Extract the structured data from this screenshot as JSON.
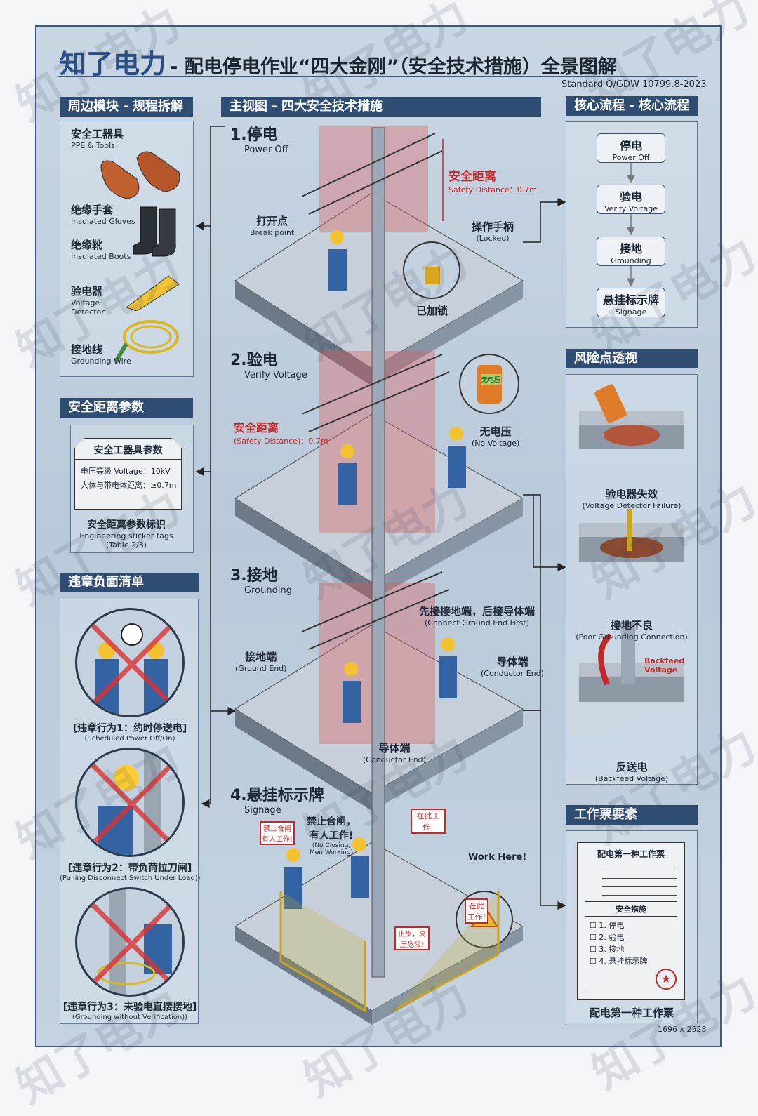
{
  "title": {
    "brand": "知了电力",
    "text": "- 配电停电作业“四大金刚”（安全技术措施）全景图解",
    "standard": "Standard Q/GDW 10799.8-2023"
  },
  "left": {
    "module": {
      "header": "周边模块 - 规程拆解",
      "items": [
        {
          "zh": "安全工器具",
          "en": "PPE & Tools"
        },
        {
          "zh": "绝缘手套",
          "en": "Insulated Gloves"
        },
        {
          "zh": "绝缘靴",
          "en": "Insulated Boots"
        },
        {
          "zh": "验电器",
          "en": "Voltage Detector"
        },
        {
          "zh": "接地线",
          "en": "Grounding Wire"
        }
      ]
    },
    "distance": {
      "header": "安全距离参数",
      "card_title": "安全工器具参数",
      "voltage": "电压等级 Voltage：10kV",
      "distance": "人体与带电体距离：≥0.7m",
      "label_zh": "安全距离参数标识",
      "label_en": "Engineering sticker tags",
      "label_table": "(Table 2/3)"
    },
    "violations": {
      "header": "违章负面清单",
      "items": [
        {
          "zh": "[违章行为1：约时停送电]",
          "en": "(Scheduled Power Off/On)"
        },
        {
          "zh": "[违章行为2：带负荷拉刀闸]",
          "en": "(Pulling Disconnect Switch Under Load))"
        },
        {
          "zh": "[违章行为3：未验电直接接地]",
          "en": "(Grounding without Verification))"
        }
      ]
    }
  },
  "main": {
    "header": "主视图 - 四大安全技术措施",
    "steps": [
      {
        "title": "1.停电",
        "sub": "Power Off",
        "safety_zh": "安全距离",
        "safety_en": "Safety Distance：0.7m",
        "break_zh": "打开点",
        "break_en": "Break point",
        "handle_zh": "操作手柄",
        "handle_en": "(Locked)",
        "locked": "已加锁"
      },
      {
        "title": "2.验电",
        "sub": "Verify Voltage",
        "safety_zh": "安全距离",
        "safety_en": "(Safety Distance)：0.7m",
        "novolt_zh": "无电压",
        "novolt_en": "(No Voltage)",
        "screen": "无电压"
      },
      {
        "title": "3.接地",
        "sub": "Grounding",
        "order_zh": "先接接地端，后接导体端",
        "order_en": "(Connect Ground End First)",
        "ground_zh": "接地端",
        "ground_en": "(Ground End)",
        "cond_zh": "导体端",
        "cond_en": "(Conductor End)",
        "cond2_zh": "导体端",
        "cond2_en": "(Conductor End)"
      },
      {
        "title": "4.悬挂标示牌",
        "sub": "Signage",
        "sign_zh": "禁止合闸，有人工作!",
        "sign_en": "(No Closing, Men Working)",
        "work_here": "Work Here!",
        "sign1": "禁止合闸 有人工作!",
        "sign2": "在此工作!",
        "sign3": "止步，高压危险!",
        "sign4": "在此工作!"
      }
    ]
  },
  "right": {
    "flow": {
      "header": "核心流程 - 核心流程",
      "steps": [
        {
          "zh": "停电",
          "en": "Power Off"
        },
        {
          "zh": "验电",
          "en": "Verify Voltage"
        },
        {
          "zh": "接地",
          "en": "Grounding"
        },
        {
          "zh": "悬挂标示牌",
          "en": "Signage"
        }
      ]
    },
    "risks": {
      "header": "风险点透视",
      "items": [
        {
          "zh": "验电器失效",
          "en": "(Voltage Detector Failure)"
        },
        {
          "zh": "接地不良",
          "en": "(Poor Grounding Connection)"
        },
        {
          "zh": "反送电",
          "en": "(Backfeed Voltage)"
        }
      ],
      "backfeed_label": "Backfeed Voltage"
    },
    "ticket": {
      "header": "工作票要素",
      "title": "配电第一种工作票",
      "measures_title": "安全措施",
      "measures": [
        "1. 停电",
        "2. 验电",
        "3. 接地",
        "4. 悬挂标示牌"
      ],
      "caption": "配电第一种工作票"
    }
  },
  "footer": {
    "size": "1696 x 2528"
  },
  "watermark": "知了电力",
  "colors": {
    "header_bg": "#2f4d72",
    "brand": "#2a4e86",
    "safety_red": "#c62828",
    "zone": "#e05555"
  }
}
